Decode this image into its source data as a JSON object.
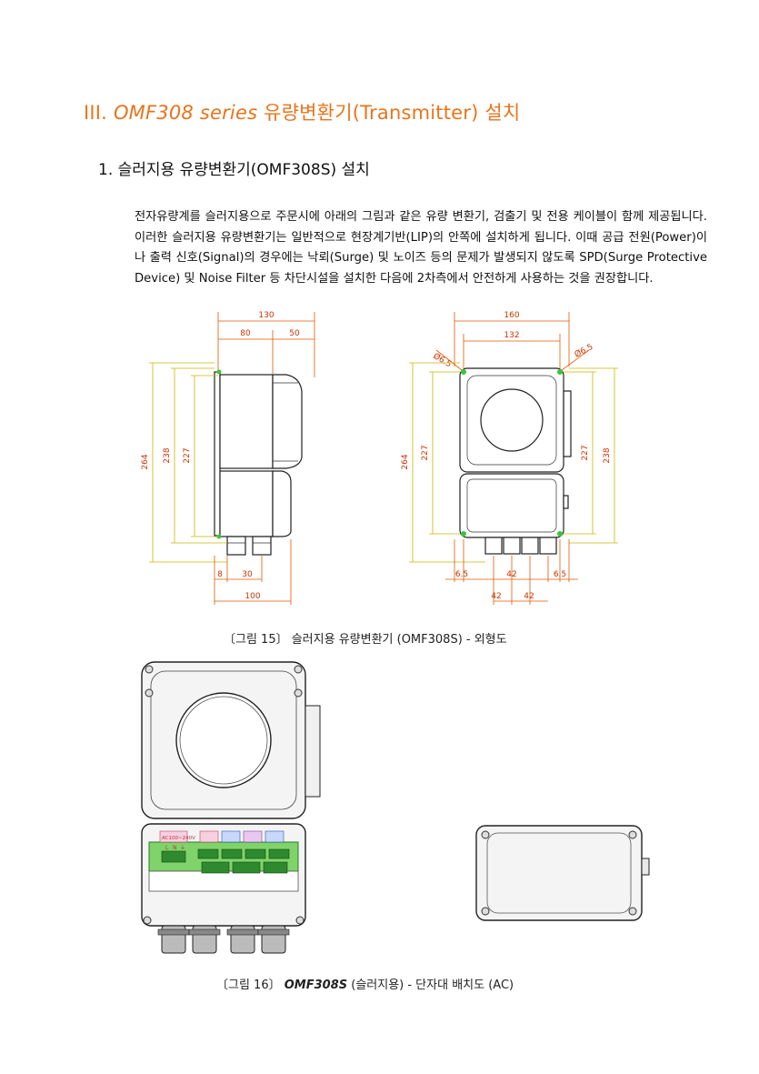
{
  "heading": {
    "numeral": "III.",
    "model": "OMF308 series",
    "rest": " 유량변환기(Transmitter) 설치"
  },
  "subheading": "1. 슬러지용 유량변환기(OMF308S) 설치",
  "paragraph": "전자유량계를 슬러지용으로 주문시에 아래의 그림과 같은 유량 변환기, 검출기 및 전용 케이블이 함께 제공됩니다. 이러한 슬러지용 유량변환기는 일반적으로 현장계기반(LIP)의 안쪽에 설치하게 됩니다. 이때 공급 전원(Power)이나 출력 신호(Signal)의 경우에는 낙뢰(Surge) 및 노이즈 등의 문제가 발생되지 않도록 SPD(Surge Protective Device) 및 Noise Filter 등 차단시설을 설치한 다음에 2차측에서 안전하게 사용하는 것을 권장합니다.",
  "figure15": {
    "caption": "〔그림 15〕 슬러지용 유량변환기 (OMF308S) - 외형도",
    "side_view": {
      "top_total": "130",
      "top_left": "80",
      "top_right": "50",
      "height_outer": "264",
      "height_mid": "238",
      "height_inner": "227",
      "bottom_left": "8",
      "bottom_mid": "30",
      "bottom_total": "100"
    },
    "front_view": {
      "top_total": "160",
      "top_inner": "132",
      "hole_left": "Ø6.5",
      "hole_right": "Ø6.5",
      "height_outer": "264",
      "height_left": "227",
      "height_right": "227",
      "height_far": "238",
      "bottom_left": "6.5",
      "bottom_mid": "42",
      "bottom_right": "6.5",
      "bottom_lower_a": "42",
      "bottom_lower_b": "42"
    }
  },
  "figure16": {
    "caption_prefix": "〔그림 16〕 ",
    "caption_model": "OMF308S",
    "caption_suffix": " (슬러지용) - 단자대 배치도 (AC)",
    "terminal_label": "AC100~240V",
    "terminal_pins": [
      "L",
      "N",
      "⏚"
    ]
  },
  "colors": {
    "heading": "#e8741c",
    "dimension": "#e05a00",
    "dimension_alt": "#c9b800",
    "terminal_board": "#7fd36a",
    "terminal_block": "#2f8a2f"
  }
}
